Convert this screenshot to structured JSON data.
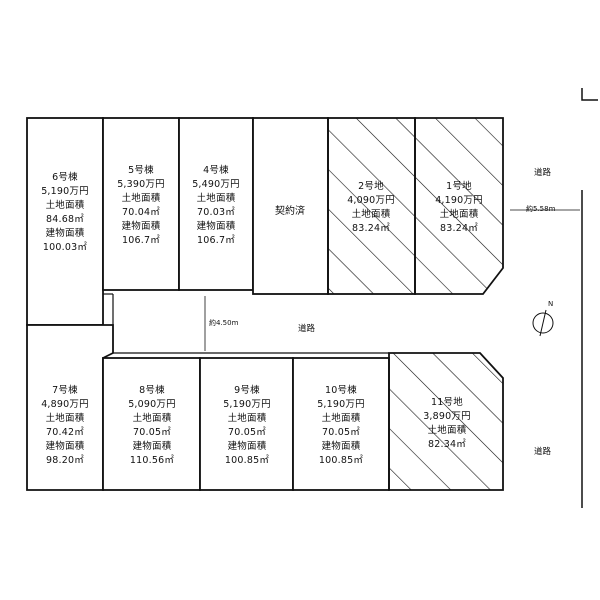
{
  "lots": [
    {
      "id": "6",
      "lines": [
        "6号棟",
        "5,190万円",
        "土地面積",
        "84.68㎡",
        "建物面積",
        "100.03㎡"
      ]
    },
    {
      "id": "5",
      "lines": [
        "5号棟",
        "5,390万円",
        "土地面積",
        "70.04㎡",
        "建物面積",
        "106.7㎡"
      ]
    },
    {
      "id": "4",
      "lines": [
        "4号棟",
        "5,490万円",
        "土地面積",
        "70.03㎡",
        "建物面積",
        "106.7㎡"
      ]
    },
    {
      "id": "contract",
      "lines": [
        "契約済"
      ]
    },
    {
      "id": "L2",
      "lines": [
        "2号地",
        "4,090万円",
        "土地面積",
        "83.24㎡"
      ]
    },
    {
      "id": "L1",
      "lines": [
        "1号地",
        "4,190万円",
        "土地面積",
        "83.24㎡"
      ]
    },
    {
      "id": "7",
      "lines": [
        "7号棟",
        "4,890万円",
        "土地面積",
        "70.42㎡",
        "建物面積",
        "98.20㎡"
      ]
    },
    {
      "id": "8",
      "lines": [
        "8号棟",
        "5,090万円",
        "土地面積",
        "70.05㎡",
        "建物面積",
        "110.56㎡"
      ]
    },
    {
      "id": "9",
      "lines": [
        "9号棟",
        "5,190万円",
        "土地面積",
        "70.05㎡",
        "建物面積",
        "100.85㎡"
      ]
    },
    {
      "id": "10",
      "lines": [
        "10号棟",
        "5,190万円",
        "土地面積",
        "70.05㎡",
        "建物面積",
        "100.85㎡"
      ]
    },
    {
      "id": "L11",
      "lines": [
        "11号地",
        "3,890万円",
        "土地面積",
        "82.34㎡"
      ]
    }
  ],
  "roads": {
    "internal_label": "道路",
    "internal_width": "約4.50m",
    "east_label_top": "道路",
    "east_label_bottom": "道路",
    "east_width": "約5.58m"
  },
  "compass": {
    "label": "N"
  }
}
